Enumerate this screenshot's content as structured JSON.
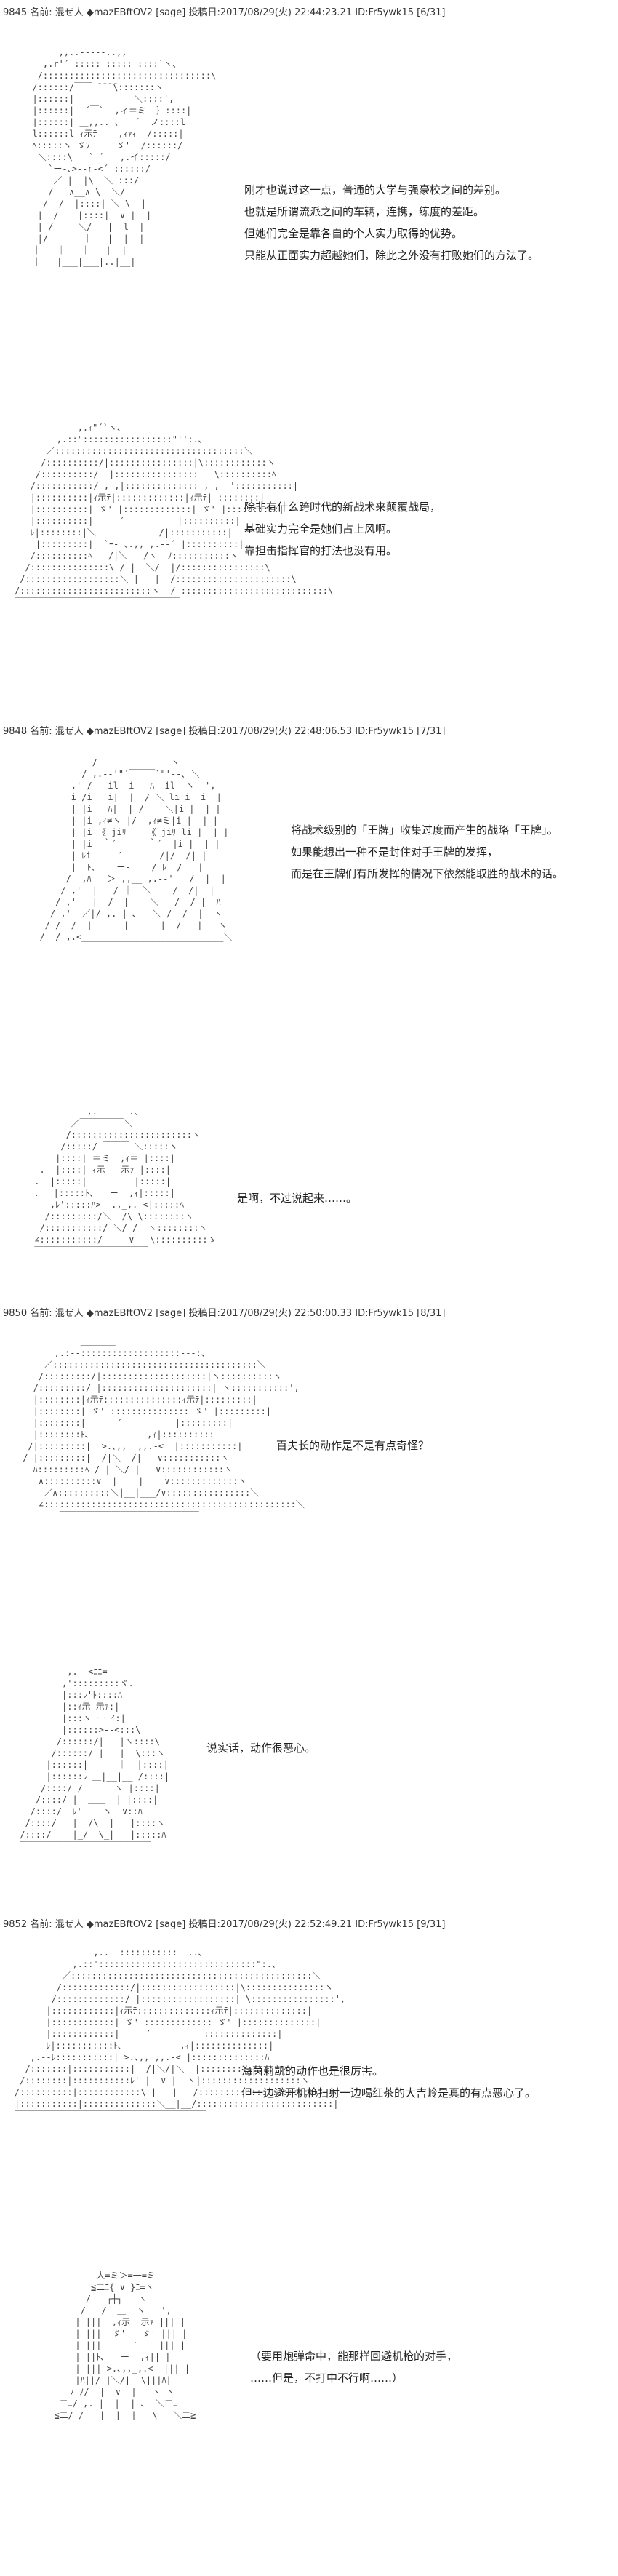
{
  "posts": [
    {
      "header": "9845 名前: 混ぜ人 ◆mazEBftOV2 [sage] 投稿日:2017/08/29(火) 22:44:23.21 ID:Fr5ywk15 [6/31]",
      "panels": [
        {
          "lines": [
            "刚才也说过这一点，普通的大学与强豪校之间的差别。",
            "也就是所谓流派之间的车辆，连携，练度的差距。",
            "但她们完全是靠各自的个人实力取得的优势。",
            "只能从正面实力超越她们，除此之外没有打败她们的方法了。"
          ]
        },
        {
          "lines": [
            "除非有什么跨时代的新战术来颠覆战局，",
            "基础实力完全是她们占上风啊。",
            "靠担击指挥官的打法也没有用。"
          ]
        }
      ]
    },
    {
      "header": "9848 名前: 混ぜ人 ◆mazEBftOV2 [sage] 投稿日:2017/08/29(火) 22:48:06.53 ID:Fr5ywk15 [7/31]",
      "panels": [
        {
          "lines": [
            "将战术级别的「王牌」收集过度而产生的战略「王牌」。",
            "如果能想出一种不是封住对手王牌的发挥，",
            "而是在王牌们有所发挥的情况下依然能取胜的战术的话。"
          ]
        },
        {
          "lines": [
            "是啊，不过说起来……。"
          ]
        }
      ]
    },
    {
      "header": "9850 名前: 混ぜ人 ◆mazEBftOV2 [sage] 投稿日:2017/08/29(火) 22:50:00.33 ID:Fr5ywk15 [8/31]",
      "panels": [
        {
          "lines": [
            "百夫长的动作是不是有点奇怪？"
          ]
        },
        {
          "lines": [
            "说实话，动作很恶心。"
          ]
        }
      ]
    },
    {
      "header": "9852 名前: 混ぜ人 ◆mazEBftOV2 [sage] 投稿日:2017/08/29(火) 22:52:49.21 ID:Fr5ywk15 [9/31]",
      "panels": [
        {
          "lines": [
            "海茵莉凯的动作也是很厉害。",
            "但一边避开机枪扫射一边喝红茶的大吉岭是真的有点恶心了。"
          ]
        },
        {
          "lines": [
            "（要用炮弹命中，能那样回避机枪的对手，",
            "……但是，不打中不行啊……）"
          ]
        }
      ]
    }
  ]
}
